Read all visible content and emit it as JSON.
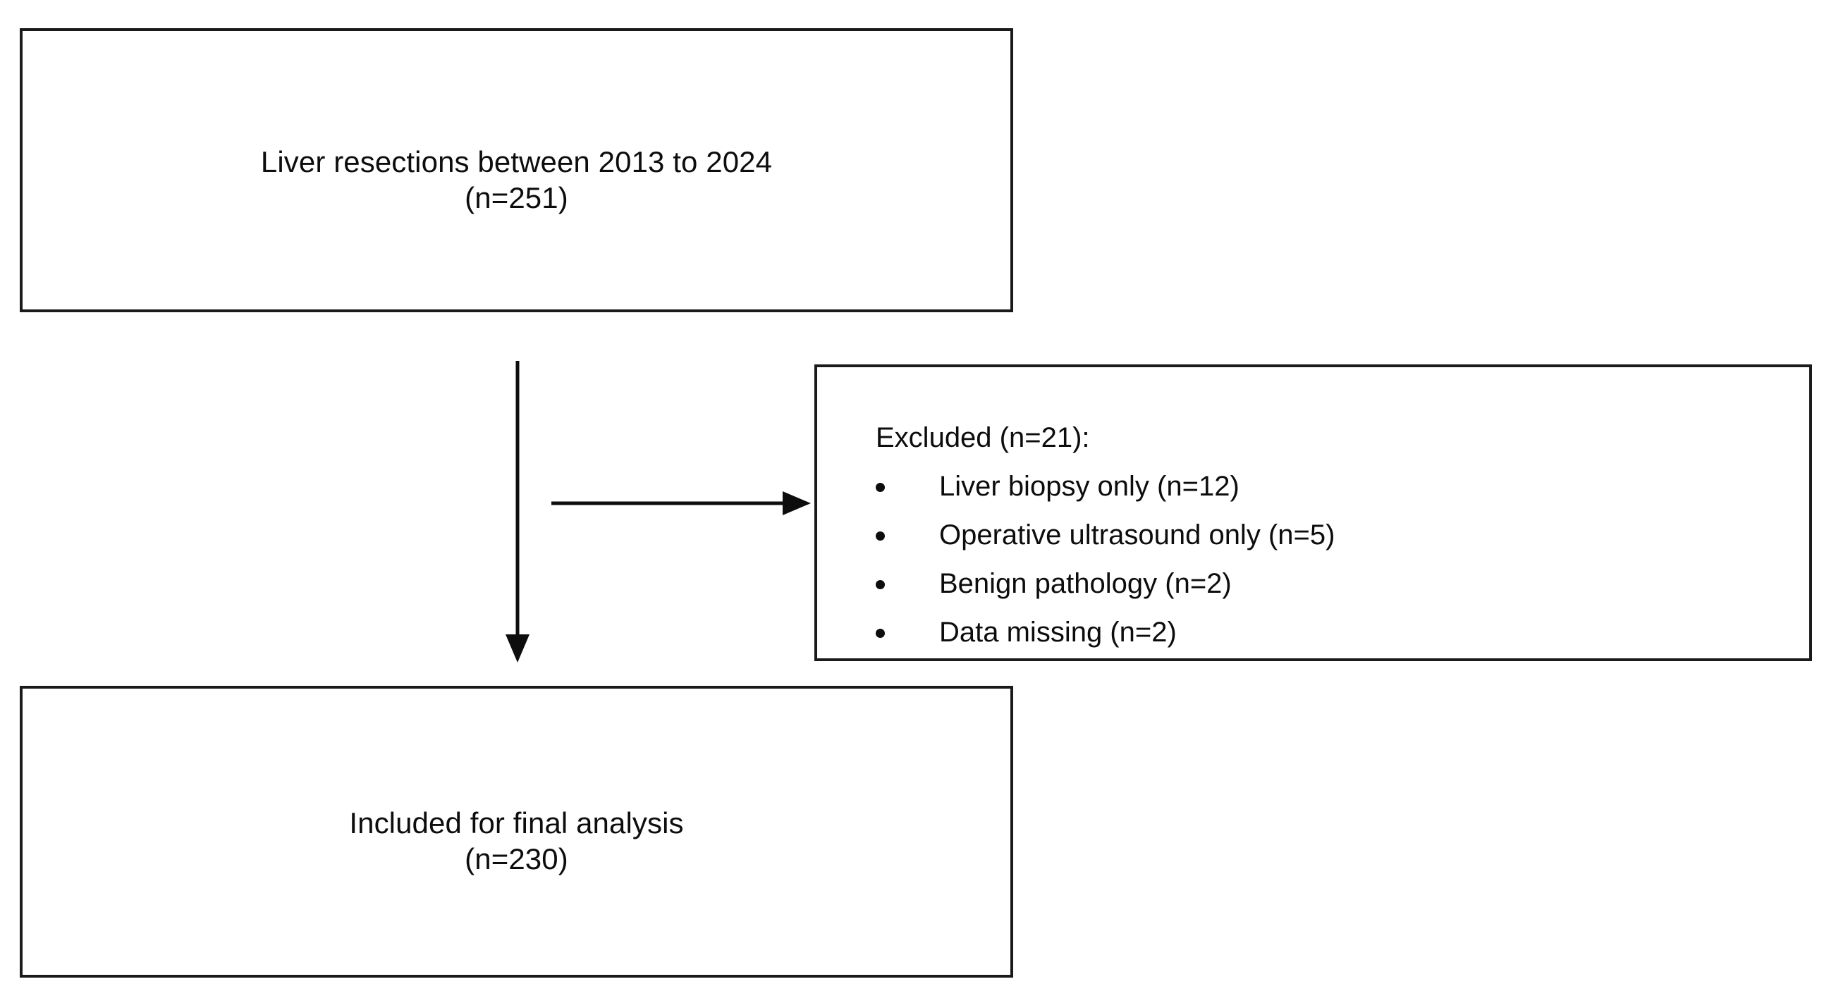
{
  "diagram": {
    "type": "study-flow-diagram",
    "cohort_box": {
      "line1": "Liver resections between 2013 to 2024",
      "line2": "(n=251)"
    },
    "excluded_box": {
      "heading": "Excluded (n=21):",
      "items": [
        "Liver biopsy only (n=12)",
        "Operative ultrasound only (n=5)",
        "Benign pathology (n=2)",
        "Data missing (n=2)"
      ]
    },
    "included_box": {
      "line1": "Included for final analysis",
      "line2": "(n=230)"
    },
    "colors": {
      "border": "#1a1a1a",
      "text": "#0d0d0d",
      "background": "#ffffff",
      "arrow": "#0d0d0d"
    }
  }
}
